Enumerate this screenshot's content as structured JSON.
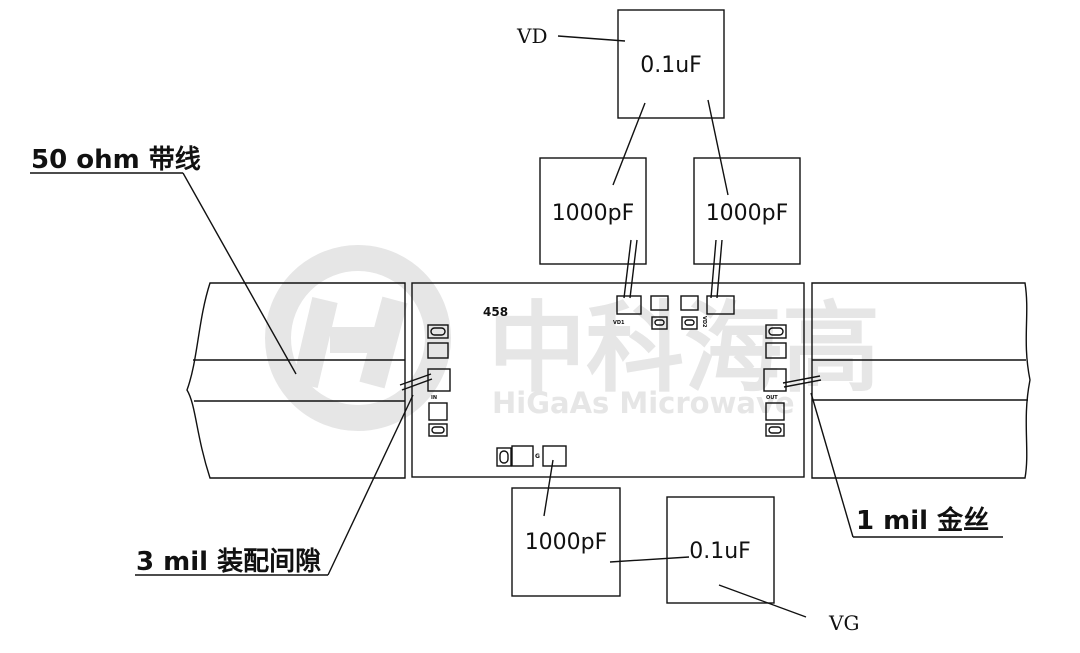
{
  "labels": {
    "stripline": "50 ohm 带线",
    "gap": "3 mil 装配间隙",
    "wire": "1 mil 金丝",
    "vd": "VD",
    "vg": "VG"
  },
  "capacitors": {
    "vd_bulk": "0.1uF",
    "vd_bypass_left": "1000pF",
    "vd_bypass_right": "1000pF",
    "vg_bypass": "1000pF",
    "vg_bulk": "0.1uF"
  },
  "chip": {
    "part_number": "458",
    "pad_vd1": "VD1",
    "pad_vd2": "VD2",
    "pad_in": "IN",
    "pad_out": "OUT",
    "pad_g": "G"
  },
  "watermark": {
    "text_cn": "中科海高",
    "text_en": "HiGaAs Microwave",
    "color": "#e3e3e3"
  },
  "colors": {
    "line": "#111111",
    "background": "#ffffff"
  }
}
